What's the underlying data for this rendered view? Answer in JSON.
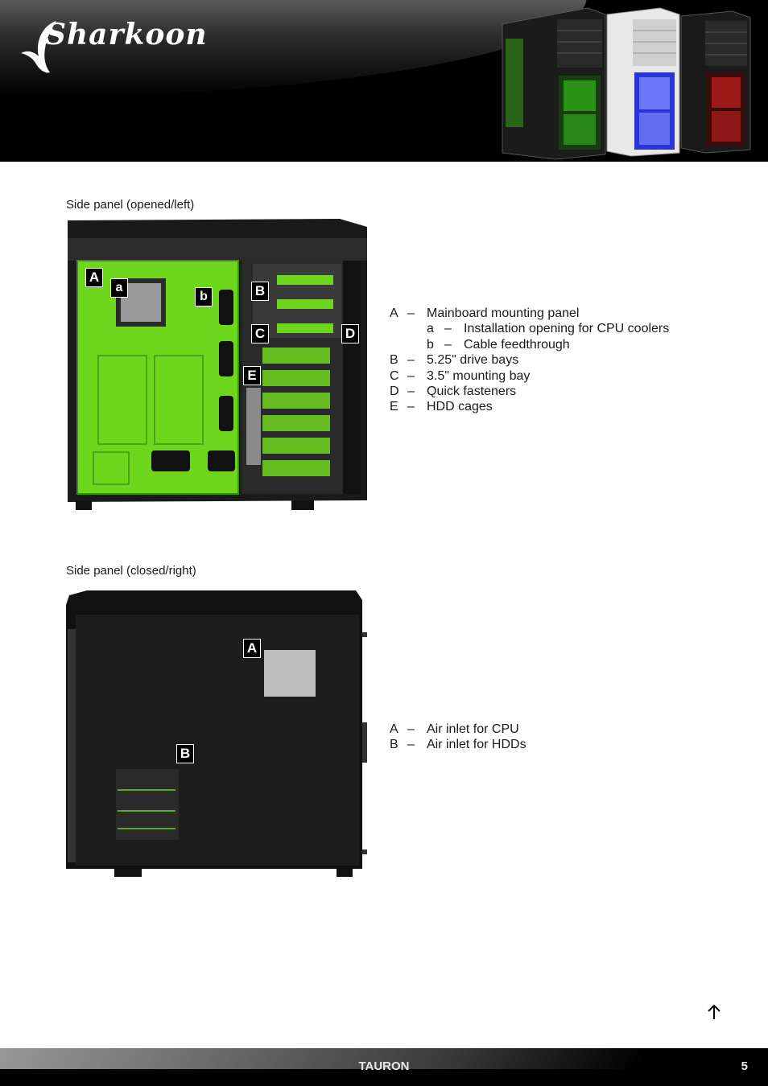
{
  "header": {
    "brand": "Sharkoon"
  },
  "section1": {
    "caption": "Side panel (opened/left)",
    "badges": [
      "A",
      "a",
      "b",
      "B",
      "C",
      "D",
      "E"
    ],
    "legend": [
      {
        "letter": "A",
        "dash": "–",
        "text": "Mainboard mounting panel"
      },
      {
        "letter": "a",
        "dash": "–",
        "text": "Installation opening for CPU coolers",
        "sub": true
      },
      {
        "letter": "b",
        "dash": "–",
        "text": "Cable feedthrough",
        "sub": true
      },
      {
        "letter": "B",
        "dash": "–",
        "text": "5.25\" drive bays"
      },
      {
        "letter": "C",
        "dash": "–",
        "text": "3.5\" mounting bay"
      },
      {
        "letter": "D",
        "dash": "–",
        "text": "Quick fasteners"
      },
      {
        "letter": "E",
        "dash": "–",
        "text": "HDD cages"
      }
    ]
  },
  "section2": {
    "caption": "Side panel (closed/right)",
    "badges": [
      "A",
      "B"
    ],
    "legend": [
      {
        "letter": "A",
        "dash": "–",
        "text": "Air inlet for CPU"
      },
      {
        "letter": "B",
        "dash": "–",
        "text": "Air inlet for HDDs"
      }
    ]
  },
  "footer": {
    "title": "TAURON",
    "page": "5"
  },
  "colors": {
    "accent_green": "#6fd61e",
    "header_bg": "#000000"
  }
}
